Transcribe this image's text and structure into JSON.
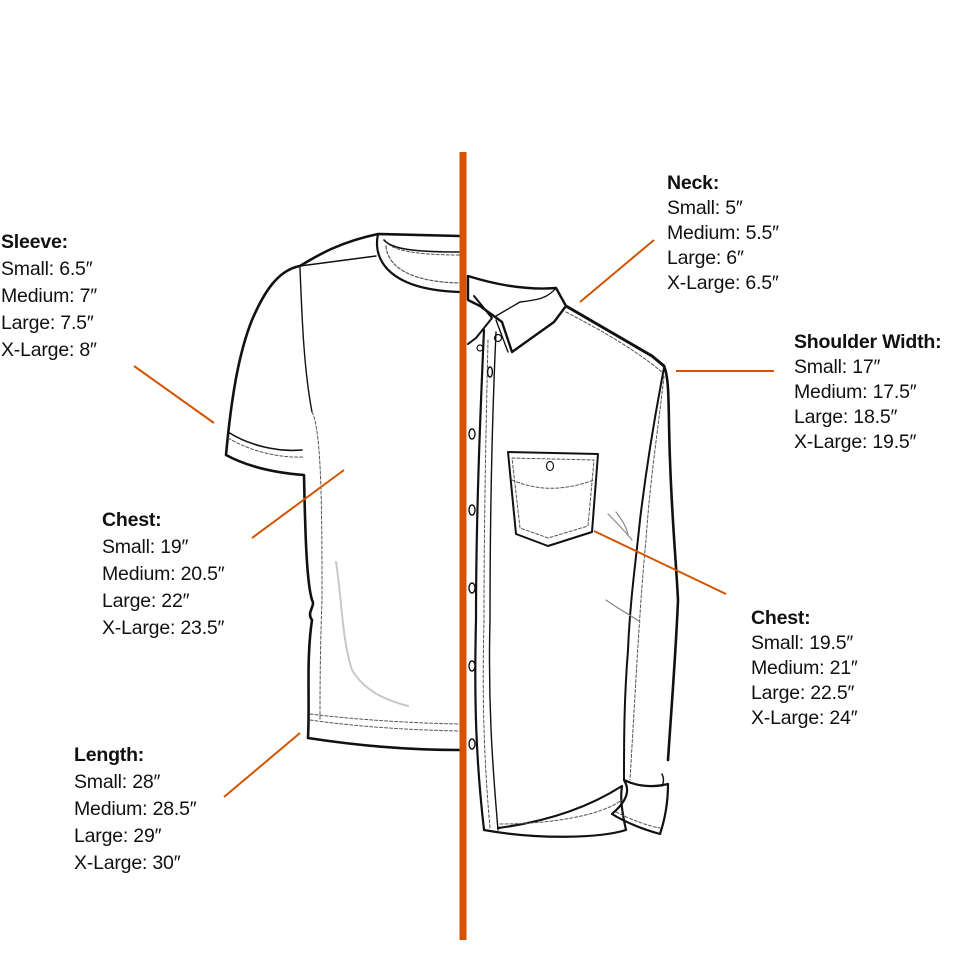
{
  "colors": {
    "accent": "#d35400",
    "ink": "#111111",
    "stitch": "#555555",
    "crease": "#c8c8c8"
  },
  "sections": {
    "sleeve": {
      "title": "Sleeve:",
      "sizes": [
        "Small: 6.5″",
        "Medium: 7″",
        "Large: 7.5″",
        "X-Large: 8″"
      ]
    },
    "tee_chest": {
      "title": "Chest:",
      "sizes": [
        "Small: 19″",
        "Medium: 20.5″",
        "Large: 22″",
        "X-Large: 23.5″"
      ]
    },
    "length": {
      "title": "Length:",
      "sizes": [
        "Small: 28″",
        "Medium: 28.5″",
        "Large: 29″",
        "X-Large: 30″"
      ]
    },
    "neck": {
      "title": "Neck:",
      "sizes": [
        "Small: 5″",
        "Medium: 5.5″",
        "Large: 6″",
        "X-Large: 6.5″"
      ]
    },
    "shoulder": {
      "title": "Shoulder Width:",
      "sizes": [
        "Small: 17″",
        "Medium: 17.5″",
        "Large: 18.5″",
        "X-Large: 19.5″"
      ]
    },
    "shirt_chest": {
      "title": "Chest:",
      "sizes": [
        "Small: 19.5″",
        "Medium: 21″",
        "Large: 22.5″",
        "X-Large: 24″"
      ]
    }
  }
}
